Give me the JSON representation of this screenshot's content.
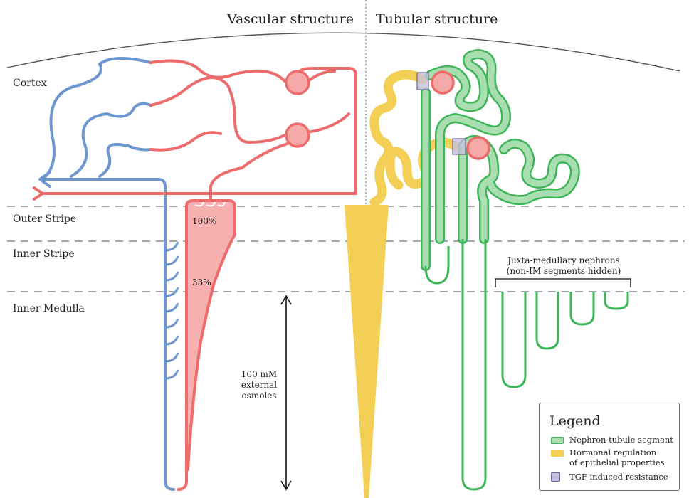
{
  "titles": {
    "left": "Vascular structure",
    "right": "Tubular structure"
  },
  "zones": {
    "cortex": "Cortex",
    "outer_stripe": "Outer Stripe",
    "inner_stripe": "Inner Stripe",
    "inner_medulla": "Inner Medulla"
  },
  "percentages": {
    "top": "100%",
    "middle": "33%"
  },
  "osmoles": {
    "line1": "100 mM",
    "line2": "external",
    "line3": "osmoles"
  },
  "juxta": {
    "line1": "Juxta-medullary nephrons",
    "line2": "(non-IM segments hidden)"
  },
  "legend": {
    "title": "Legend",
    "items": [
      {
        "label": "Nephron tubule segment",
        "color": "#a9dfb0",
        "border": "#3fb55a",
        "icon": "green-swatch-icon"
      },
      {
        "label": "Hormonal regulation\nof epithelial properties",
        "color": "#f3cf55",
        "border": "#f3cf55",
        "icon": "yellow-swatch-icon"
      },
      {
        "label": "TGF induced resistance",
        "color": "#c8c0e0",
        "border": "#6b6496",
        "icon": "purple-swatch-icon"
      }
    ]
  },
  "colors": {
    "artery": "#ee6b6b",
    "vein": "#6e97d0",
    "glomerulus": "#f6a9a9",
    "tubule_fill": "#a9dfb0",
    "tubule_stroke": "#3fb55a",
    "hormone": "#f3cf55",
    "tgf": "#c8c0e0"
  }
}
